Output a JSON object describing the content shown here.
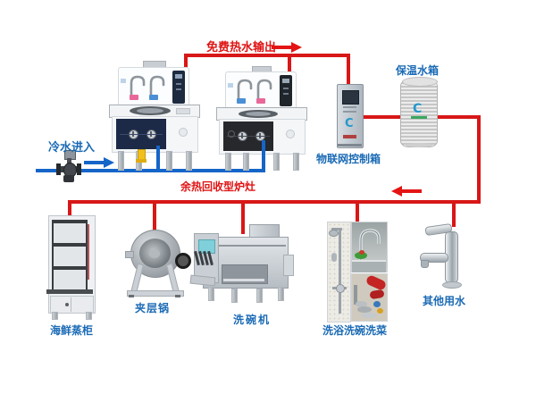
{
  "diagram": {
    "type": "kitchen-waste-heat-recovery-hot-water-system",
    "flow_labels": {
      "hot_out": "免费热水输出",
      "cold_in": "冷水进入"
    },
    "equipment_labels": {
      "stoves": "余热回收型炉灶",
      "iot_box": "物联网控制箱",
      "tank": "保温水箱",
      "steamer": "海鲜蒸柜",
      "pot": "夹层锅",
      "dishwasher": "洗碗机",
      "washing": "洗浴洗碗洗菜",
      "other": "其他用水"
    },
    "colors": {
      "hot_pipe": "#d81717",
      "cold_pipe": "#1565c8",
      "red_label": "#e01414",
      "blue_label": "#1a6ab5"
    },
    "icons": {
      "hot_output_arrow": "right-arrow",
      "return_flow_arrow": "left-arrow",
      "cold_inlet_arrow": "right-arrow",
      "inlet_valve": "valve-with-actuator"
    }
  }
}
